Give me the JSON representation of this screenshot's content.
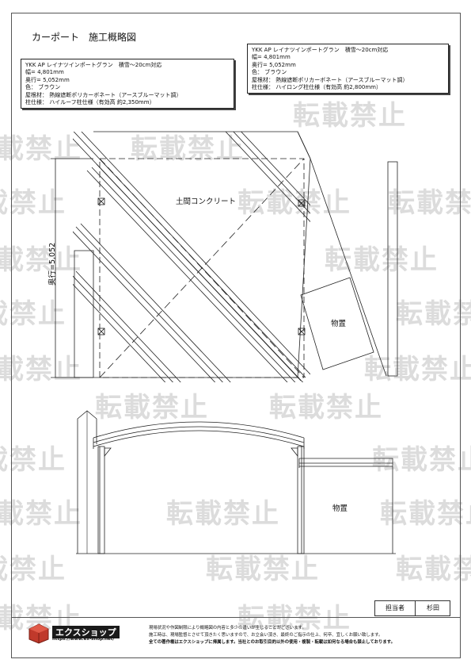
{
  "title": "カーポート　施工概略図",
  "spec_left": {
    "line1": "YKK AP レイナツインポートグラン　積雪～20cm対応",
    "line2": "幅= 4,801mm",
    "line3": "奥行= 5,052mm",
    "line4": "色： ブラウン",
    "line5": "屋根材： 熱線遮断ポリカーボネート（アースブルーマット調）",
    "line6": "柱仕様： ハイルーフ柱仕様（有効高 約2,350mm）"
  },
  "spec_right": {
    "line1": "YKK AP レイナツインポートグラン　積雪～20cm対応",
    "line2": "幅= 4,801mm",
    "line3": "奥行= 5,052mm",
    "line4": "色： ブラウン",
    "line5": "屋根材： 熱線遮断ポリカーボネート（アースブルーマット調）",
    "line6": "柱仕様： ハイロング柱仕様（有効高 約2,800mm）"
  },
  "labels": {
    "concrete": "土間コンクリート",
    "depth": "奥行=5,052",
    "storage_plan": "物置",
    "storage_elev": "物置"
  },
  "watermark": "転載禁止",
  "signature": {
    "role": "担当者",
    "name": "杉田"
  },
  "logo": {
    "name": "エクスショップ",
    "url": "https://www.ex-shop.net/"
  },
  "notes": {
    "line1": "現場状況や作図制限により概略図の内容と多少の違いが生じることがございます。",
    "line2": "施工時は、現場監督とさせて頂きたく思いますので、お立会い頂き、最終のご指示の仕上、何卒、宜しくお願い致します。",
    "line3": "全ての著作権はエクスショップに帰属します。当社とのお取引目的以外の使用・複製・転載は如何なる場合も禁止しております。"
  }
}
